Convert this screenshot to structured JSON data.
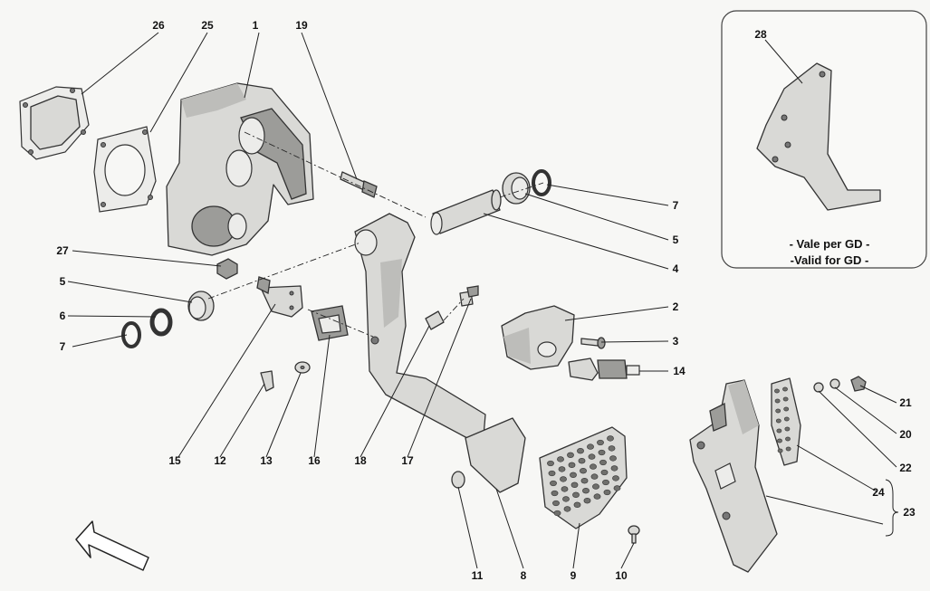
{
  "callouts": {
    "c1": "1",
    "c2": "2",
    "c3": "3",
    "c4": "4",
    "c5a": "5",
    "c5b": "5",
    "c6": "6",
    "c7a": "7",
    "c7b": "7",
    "c8": "8",
    "c9": "9",
    "c10": "10",
    "c11": "11",
    "c12": "12",
    "c13": "13",
    "c14": "14",
    "c15": "15",
    "c16": "16",
    "c17": "17",
    "c18": "18",
    "c19": "19",
    "c20": "20",
    "c21": "21",
    "c22": "22",
    "c23": "23",
    "c24": "24",
    "c25": "25",
    "c26": "26",
    "c27": "27",
    "c28": "28"
  },
  "inset_note": {
    "line1": "- Vale per GD -",
    "line2": "-Valid for GD -"
  },
  "icons": {
    "direction": "arrow-up-left-icon"
  }
}
